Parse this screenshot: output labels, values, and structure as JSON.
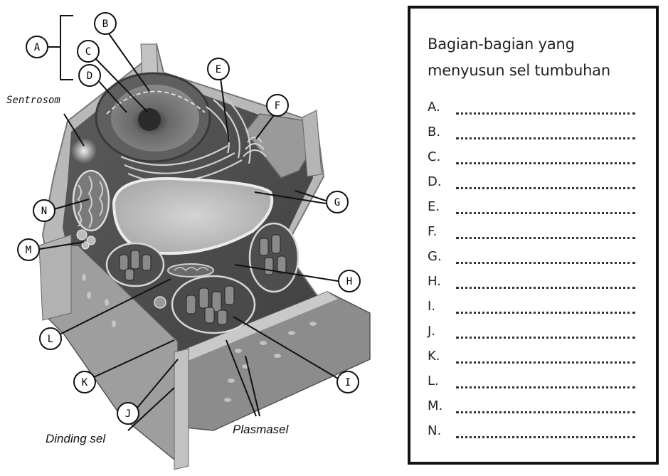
{
  "diagram": {
    "callouts": [
      {
        "id": "A",
        "label": "A"
      },
      {
        "id": "B",
        "label": "B"
      },
      {
        "id": "C",
        "label": "C"
      },
      {
        "id": "D",
        "label": "D"
      },
      {
        "id": "E",
        "label": "E"
      },
      {
        "id": "F",
        "label": "F"
      },
      {
        "id": "G",
        "label": "G"
      },
      {
        "id": "H",
        "label": "H"
      },
      {
        "id": "I",
        "label": "I"
      },
      {
        "id": "J",
        "label": "J"
      },
      {
        "id": "K",
        "label": "K"
      },
      {
        "id": "L",
        "label": "L"
      },
      {
        "id": "M",
        "label": "M"
      },
      {
        "id": "N",
        "label": "N"
      }
    ],
    "labels": {
      "sentrosom": "Sentrosom",
      "dinding_sel": "Dinding sel",
      "plasmasel": "Plasmasel"
    }
  },
  "panel": {
    "title_line1": "Bagian-bagian yang",
    "title_line2": "menyusun sel tumbuhan",
    "rows": [
      "A.",
      "B.",
      "C.",
      "D.",
      "E.",
      "F.",
      "G.",
      "H.",
      "I.",
      "J.",
      "K.",
      "L.",
      "M.",
      "N."
    ]
  }
}
